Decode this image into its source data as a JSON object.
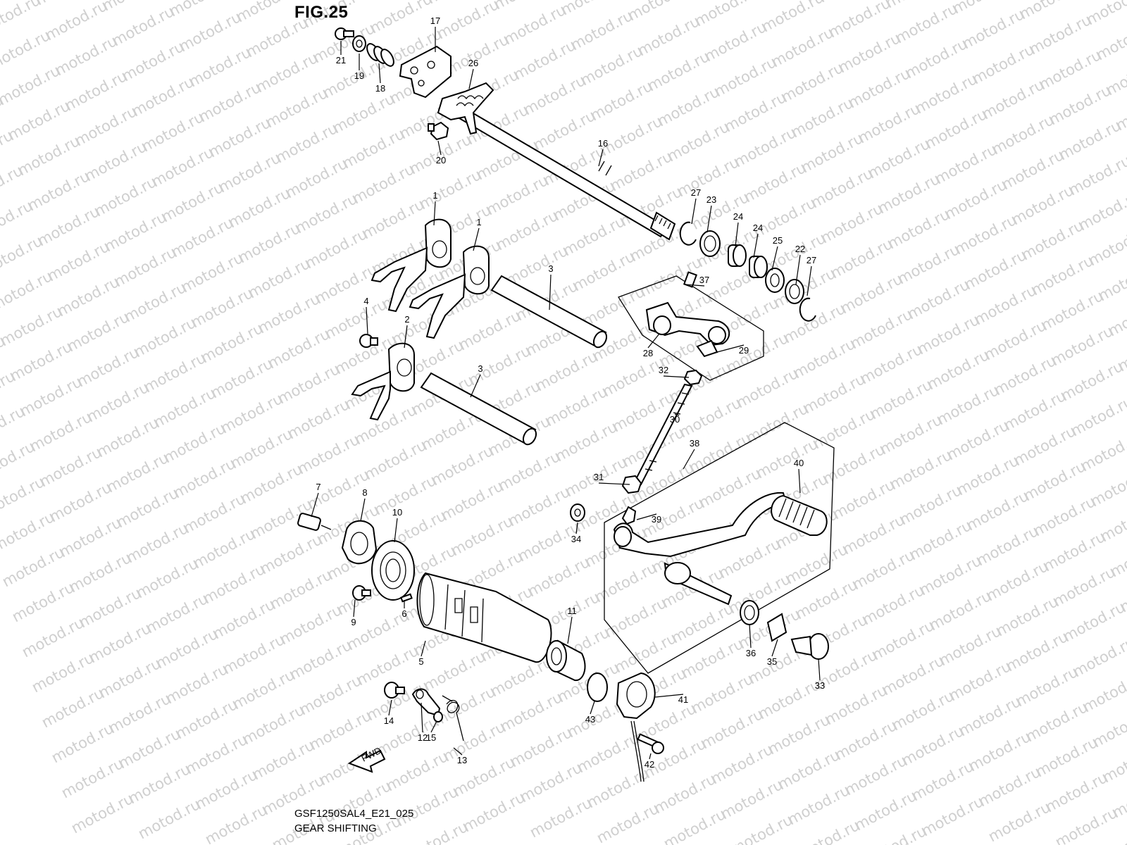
{
  "figure": {
    "title": "FIG.25",
    "code": "GSF1250SAL4_E21_025",
    "caption": "GEAR SHIFTING"
  },
  "watermark": {
    "text": "motod.ru",
    "color": "#cfcfcf"
  },
  "fwd_arrow": {
    "label": "FWD"
  },
  "callouts": [
    "1",
    "1",
    "2",
    "3",
    "3",
    "4",
    "5",
    "6",
    "7",
    "8",
    "9",
    "10",
    "11",
    "12",
    "13",
    "14",
    "15",
    "16",
    "17",
    "18",
    "19",
    "20",
    "21",
    "22",
    "23",
    "24",
    "24",
    "25",
    "26",
    "27",
    "27",
    "28",
    "29",
    "30",
    "31",
    "32",
    "33",
    "34",
    "35",
    "36",
    "37",
    "38",
    "39",
    "40",
    "41",
    "42",
    "43"
  ],
  "colors": {
    "line": "#000000",
    "background": "#ffffff"
  }
}
